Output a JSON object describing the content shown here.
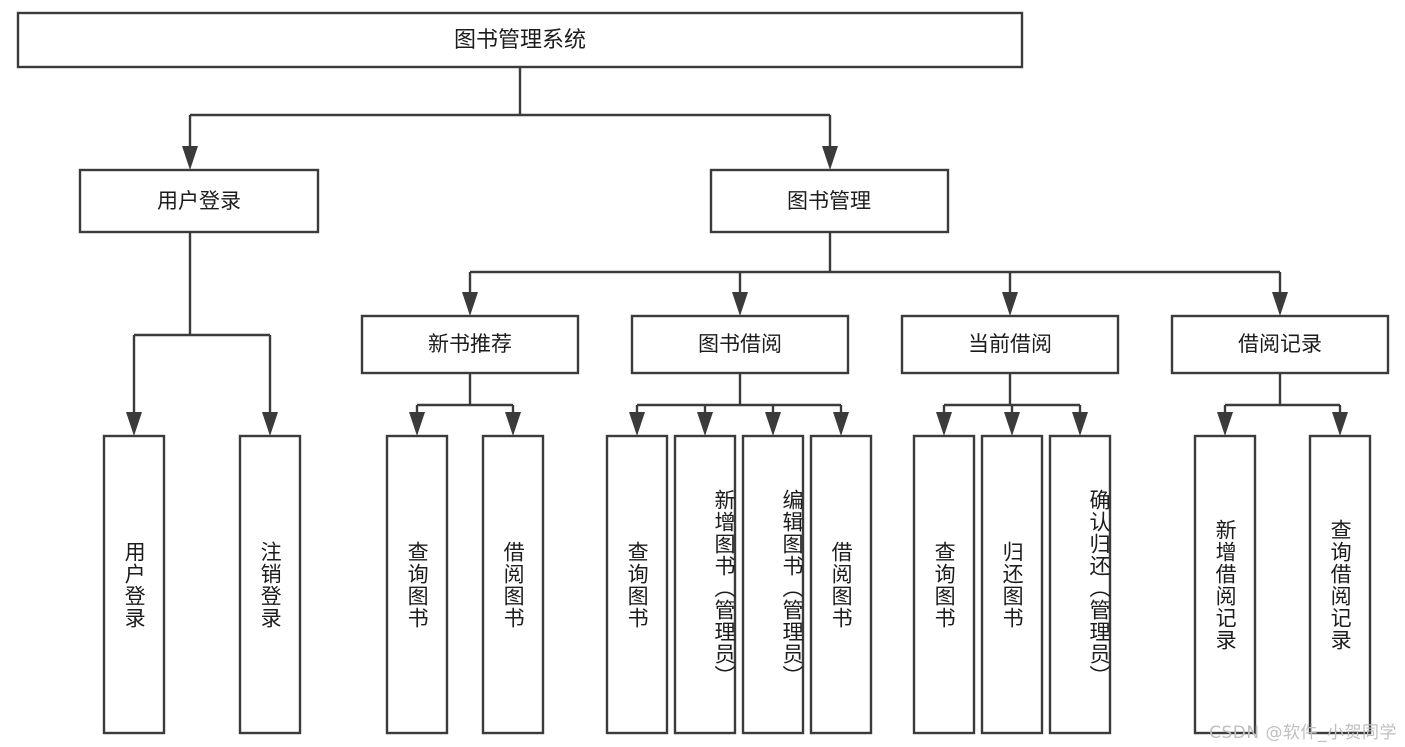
{
  "diagram": {
    "type": "tree-hierarchy-flowchart",
    "title": "图书管理系统",
    "orientation": "top-down",
    "style": {
      "background": "#ffffff",
      "box_fill": "#ffffff",
      "box_stroke": "#3b3b3b",
      "connector_stroke": "#3b3b3b",
      "text_color": "#1c1c1c",
      "watermark_color": "#bfbfbf"
    },
    "levels": [
      {
        "level": 0,
        "nodes": [
          {
            "id": "root",
            "label": "图书管理系统",
            "orientation": "horizontal"
          }
        ]
      },
      {
        "level": 1,
        "nodes": [
          {
            "id": "user-login",
            "label": "用户登录",
            "orientation": "horizontal",
            "parent": "root"
          },
          {
            "id": "book-manage",
            "label": "图书管理",
            "orientation": "horizontal",
            "parent": "root"
          }
        ]
      },
      {
        "level": 2,
        "nodes": [
          {
            "id": "new-book-rec",
            "label": "新书推荐",
            "orientation": "horizontal",
            "parent": "book-manage"
          },
          {
            "id": "book-borrow",
            "label": "图书借阅",
            "orientation": "horizontal",
            "parent": "book-manage"
          },
          {
            "id": "current-borrow",
            "label": "当前借阅",
            "orientation": "horizontal",
            "parent": "book-manage"
          },
          {
            "id": "borrow-record",
            "label": "借阅记录",
            "orientation": "horizontal",
            "parent": "book-manage"
          }
        ]
      },
      {
        "level": 3,
        "nodes": [
          {
            "id": "leaf-user-login",
            "label": "用户登录",
            "orientation": "vertical",
            "parent": "user-login"
          },
          {
            "id": "leaf-logout",
            "label": "注销登录",
            "orientation": "vertical",
            "parent": "user-login"
          },
          {
            "id": "leaf-query-book-1",
            "label": "查询图书",
            "orientation": "vertical",
            "parent": "new-book-rec"
          },
          {
            "id": "leaf-borrow-book-1",
            "label": "借阅图书",
            "orientation": "vertical",
            "parent": "new-book-rec"
          },
          {
            "id": "leaf-query-book-2",
            "label": "查询图书",
            "orientation": "vertical",
            "parent": "book-borrow"
          },
          {
            "id": "leaf-add-book",
            "label": "新增图书（管理员）",
            "orientation": "vertical",
            "parent": "book-borrow"
          },
          {
            "id": "leaf-edit-book",
            "label": "编辑图书（管理员）",
            "orientation": "vertical",
            "parent": "book-borrow"
          },
          {
            "id": "leaf-borrow-book-2",
            "label": "借阅图书",
            "orientation": "vertical",
            "parent": "book-borrow"
          },
          {
            "id": "leaf-query-book-3",
            "label": "查询图书",
            "orientation": "vertical",
            "parent": "current-borrow"
          },
          {
            "id": "leaf-return-book",
            "label": "归还图书",
            "orientation": "vertical",
            "parent": "current-borrow"
          },
          {
            "id": "leaf-confirm-return",
            "label": "确认归还（管理员）",
            "orientation": "vertical",
            "parent": "current-borrow"
          },
          {
            "id": "leaf-add-record",
            "label": "新增借阅记录",
            "orientation": "vertical",
            "parent": "borrow-record"
          },
          {
            "id": "leaf-query-record",
            "label": "查询借阅记录",
            "orientation": "vertical",
            "parent": "borrow-record"
          }
        ]
      }
    ]
  },
  "watermark": {
    "text": "CSDN @软件_小贺同学"
  }
}
